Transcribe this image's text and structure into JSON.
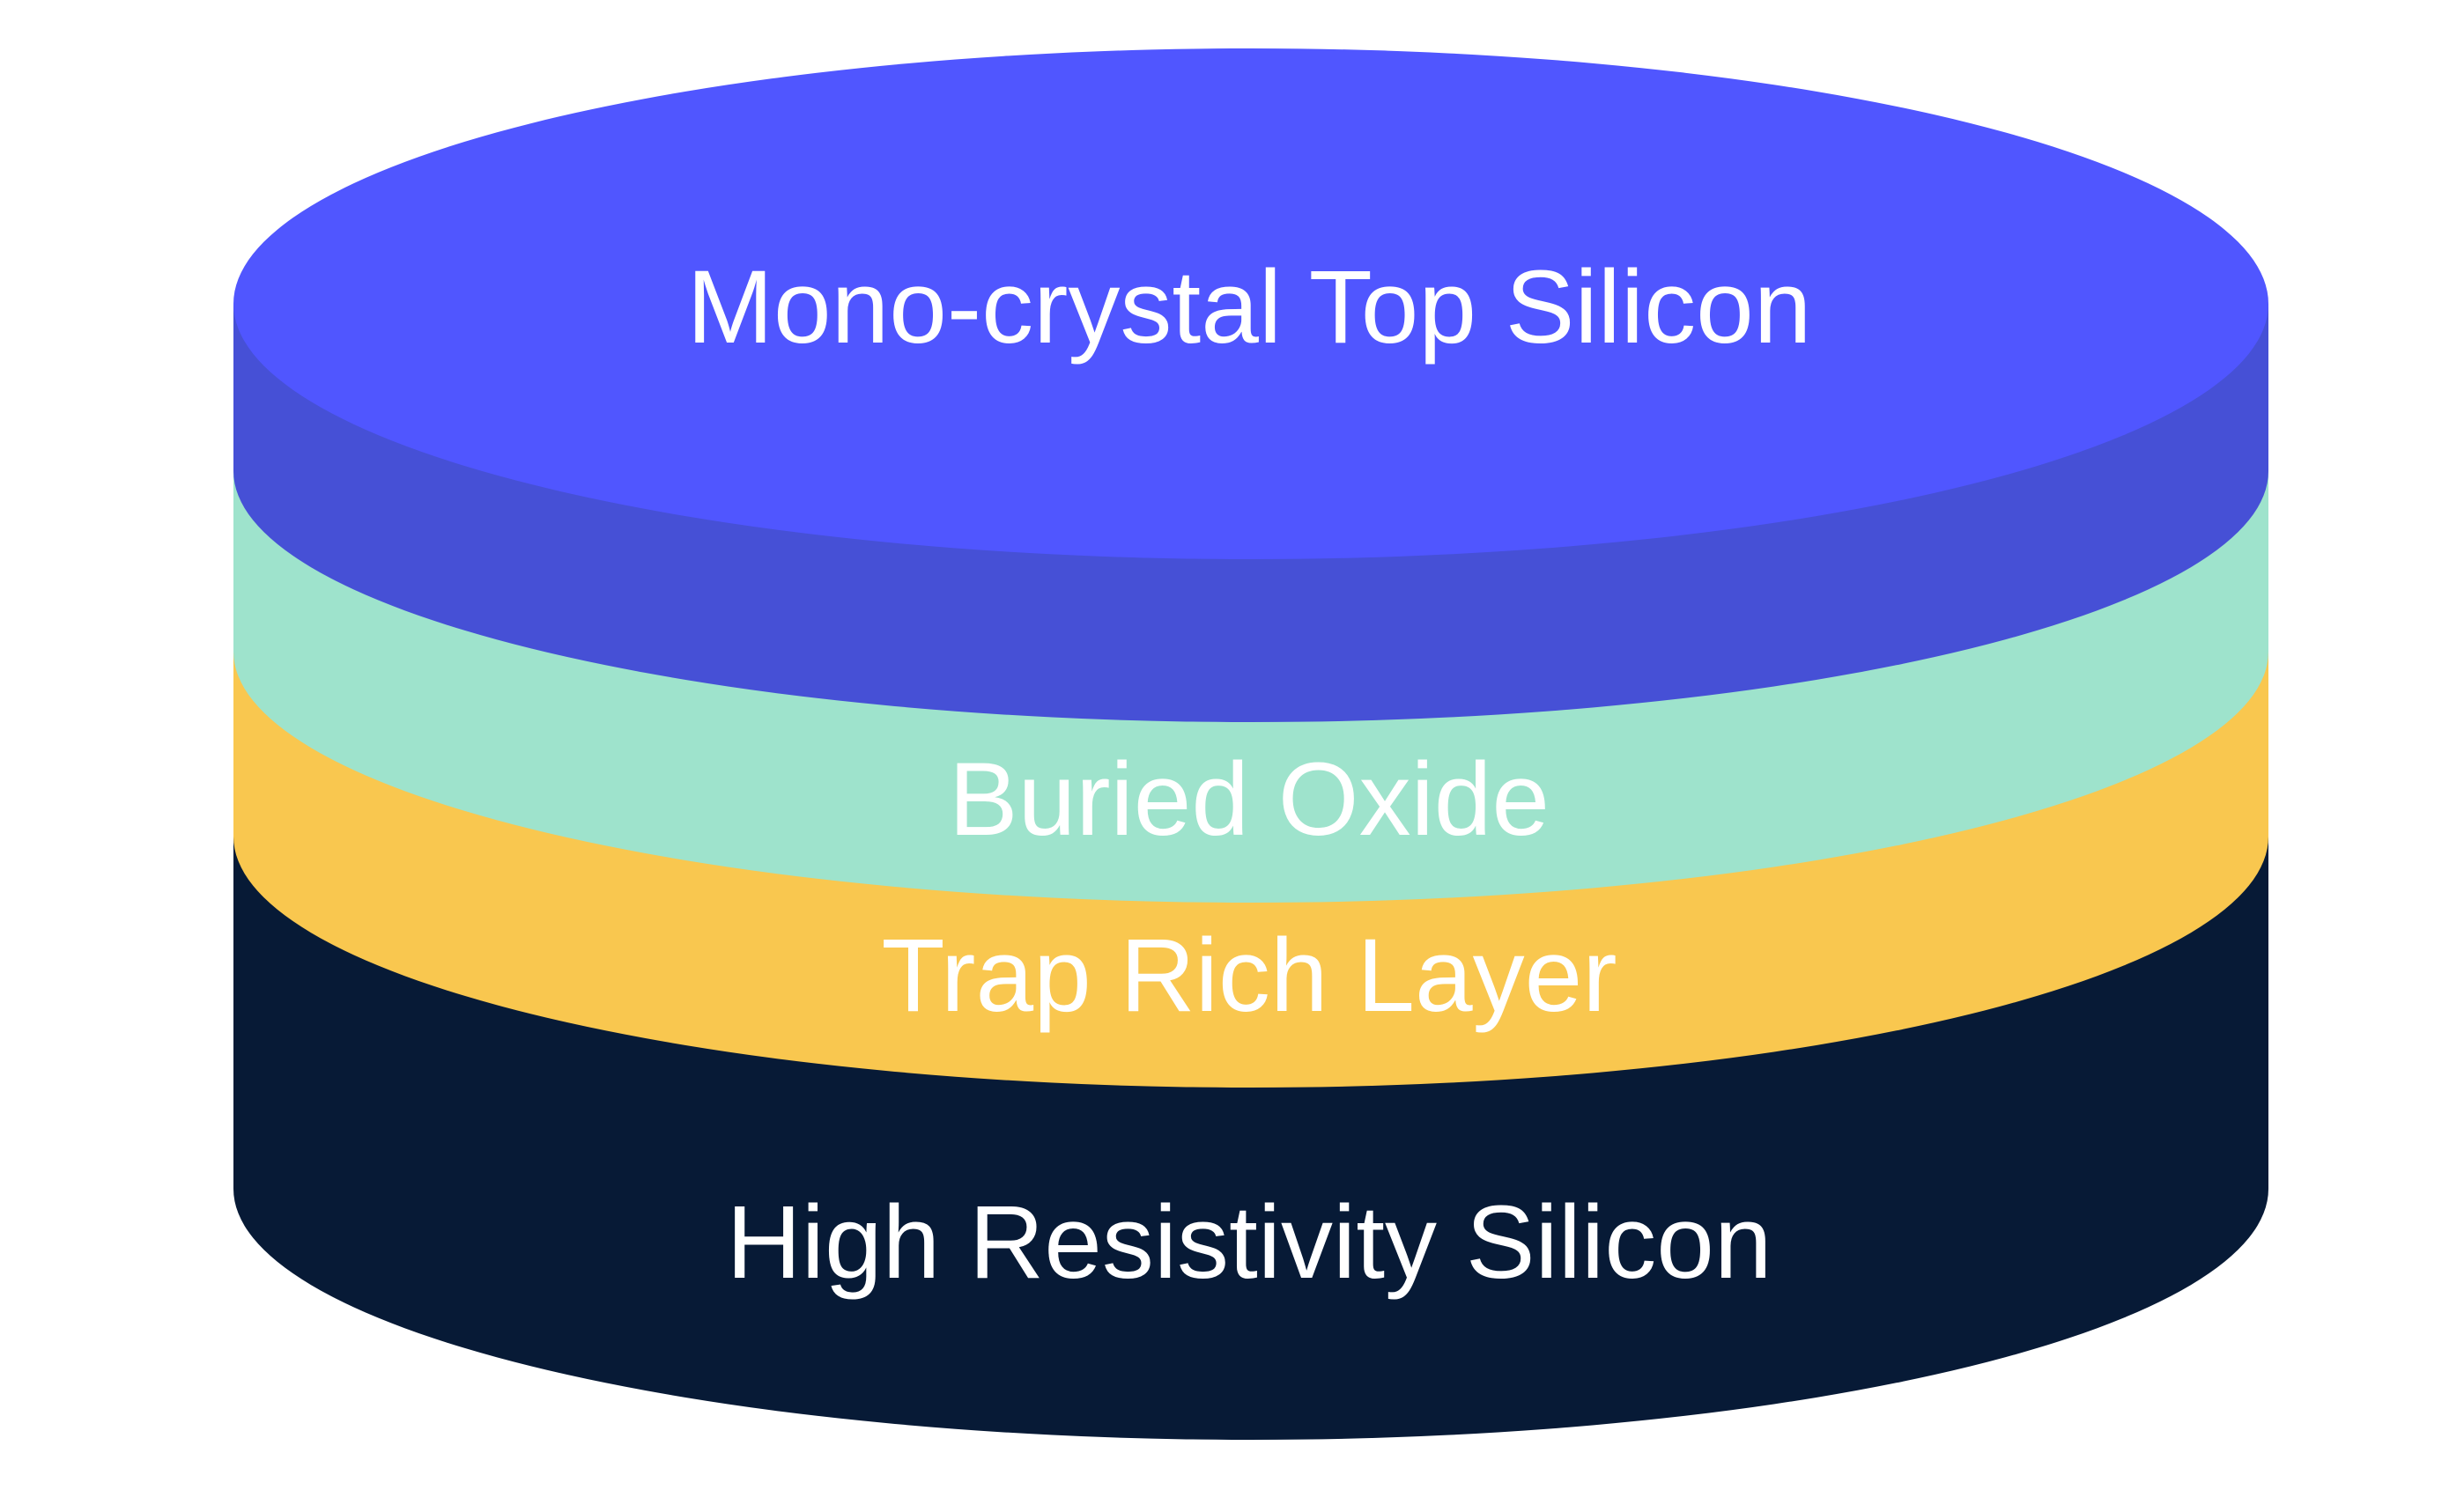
{
  "layers": [
    {
      "key": "substrate",
      "label": "High Resistivity Silicon",
      "color": "#071A36",
      "label_color": "#FFFFFF"
    },
    {
      "key": "trap_rich",
      "label": "Trap Rich Layer",
      "color": "#F9C74F",
      "label_color": "#FFFFFF"
    },
    {
      "key": "buried_oxide",
      "label": "Buried Oxide",
      "color": "#9EE3CC",
      "label_color": "#FFFFFF"
    },
    {
      "key": "top_silicon",
      "label": "Mono-crystal Top Silicon",
      "color": "#4650D6",
      "top_color": "#5056FF",
      "label_color": "#FFFFFF"
    }
  ]
}
